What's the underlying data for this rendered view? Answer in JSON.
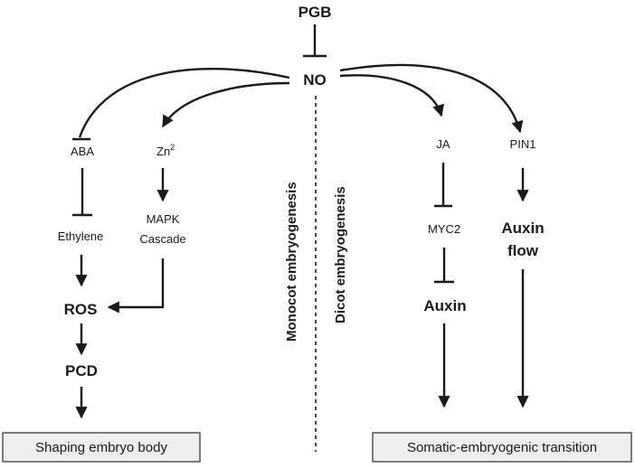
{
  "nodes": {
    "pgb": "PGB",
    "no": "NO",
    "aba": "ABA",
    "zn": "Zn",
    "zn_sup": "2",
    "ethylene": "Ethylene",
    "mapk_line1": "MAPK",
    "mapk_line2": "Cascade",
    "ros": "ROS",
    "pcd": "PCD",
    "ja": "JA",
    "pin1": "PIN1",
    "myc2": "MYC2",
    "auxin": "Auxin",
    "auxin_flow_line1": "Auxin",
    "auxin_flow_line2": "flow"
  },
  "divider": {
    "left_label": "Monocot  embryogenesis",
    "right_label": "Dicot embryogenesis"
  },
  "outcomes": {
    "left": "Shaping embryo body",
    "right": "Somatic-embryogenic transition"
  },
  "colors": {
    "line": "#1a1a1a",
    "box_fill": "#eeeeee",
    "box_border": "#555555"
  }
}
